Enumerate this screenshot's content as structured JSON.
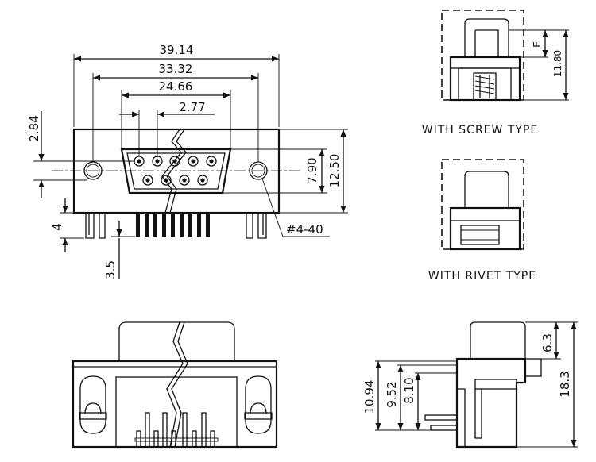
{
  "dimensions": {
    "front_width_total": "39.14",
    "front_mount_hole_spacing": "33.32",
    "front_shell_width": "24.66",
    "front_pin_pitch": "2.77",
    "front_hole_offset": "2.84",
    "front_shell_height": "7.90",
    "front_body_height": "12.50",
    "front_thread": "#4-40",
    "front_pin_stub": "4",
    "front_pin_length": "3.5",
    "screw_e": "E",
    "screw_height": "11.80",
    "side_flange_height": "10.94",
    "side_d1": "9.52",
    "side_d2": "8.10",
    "side_top": "6.3",
    "side_total": "18.3"
  },
  "captions": {
    "screw_type": "WITH  SCREW  TYPE",
    "rivet_type": "WITH  RIVET  TYPE"
  }
}
